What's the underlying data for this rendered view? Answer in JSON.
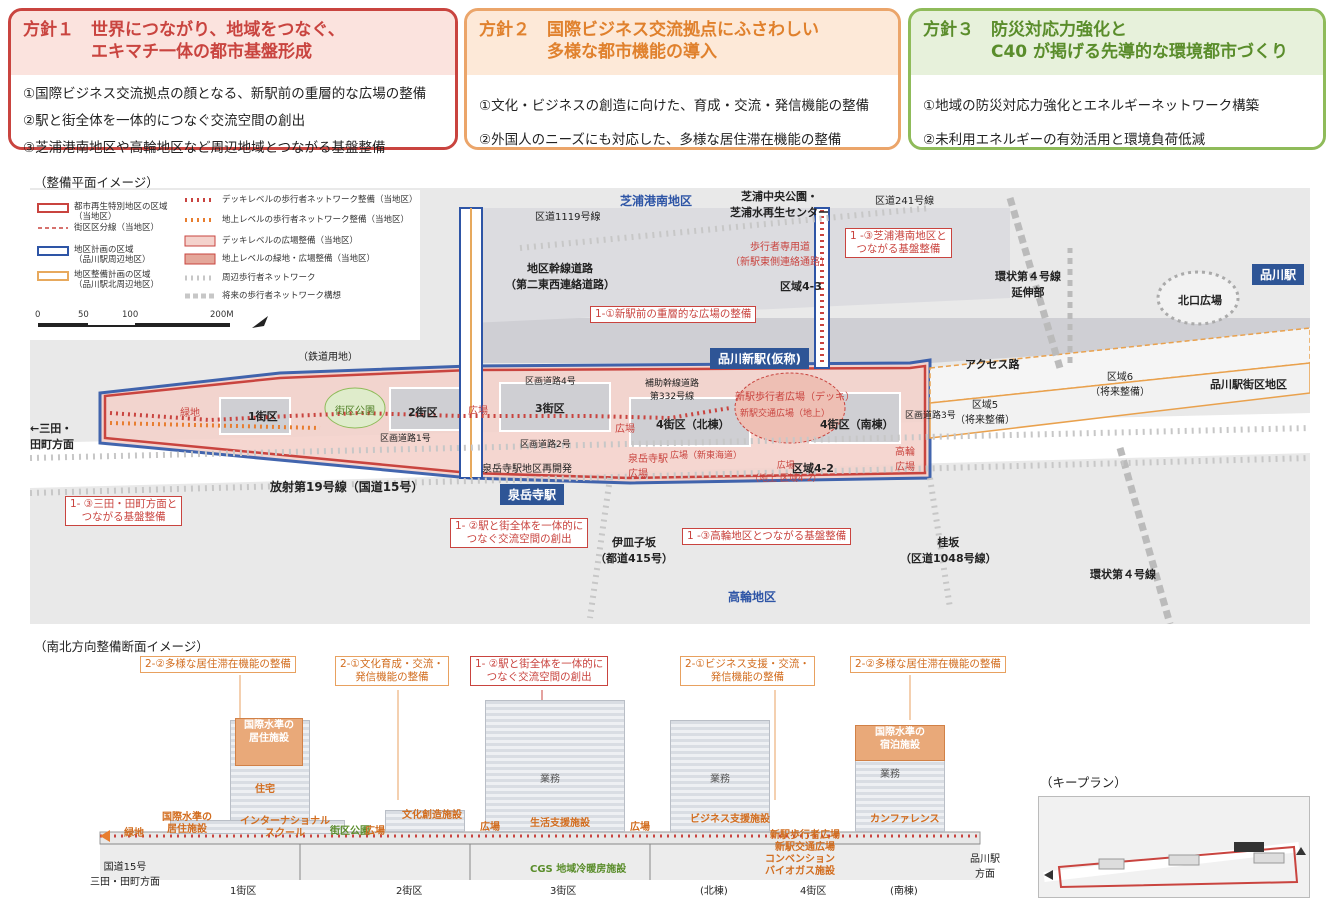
{
  "policies": [
    {
      "title": "方針１　世界につながり、地域をつなぐ、\n　　　　エキマチ一体の都市基盤形成",
      "items": [
        "①国際ビジネス交流拠点の顔となる、新駅前の重層的な広場の整備",
        "②駅と街全体を一体的につなぐ交流空間の創出",
        "③芝浦港南地区や高輪地区など周辺地域とつながる基盤整備"
      ]
    },
    {
      "title": "方針２　国際ビジネス交流拠点にふさわしい\n　　　　多様な都市機能の導入",
      "items": [
        "①文化・ビジネスの創造に向けた、育成・交流・発信機能の整備",
        "②外国人のニーズにも対応した、多様な居住滞在機能の整備"
      ]
    },
    {
      "title": "方針３　防災対応力強化と\n　　　　C40 が掲げる先導的な環境都市づくり",
      "items": [
        "①地域の防災対応力強化とエネルギーネットワーク構築",
        "②未利用エネルギーの有効活用と環境負荷低減"
      ]
    }
  ],
  "plan": {
    "heading": "（整備平面イメージ）",
    "legend": {
      "district_area": "都市再生特別地区の区域\n（当地区）",
      "district_line": "街区区分線（当地区）",
      "plan_area": "地区計画の区域\n（品川駅周辺地区）",
      "dev_area": "地区整備計画の区域\n（品川駅北周辺地区）",
      "deck_net": "デッキレベルの歩行者ネットワーク整備（当地区）",
      "ground_net": "地上レベルの歩行者ネットワーク整備（当地区）",
      "deck_plaza": "デッキレベルの広場整備（当地区）",
      "ground_plaza": "地上レベルの緑地・広場整備（当地区）",
      "around_net": "周辺歩行者ネットワーク",
      "future_net": "将来の歩行者ネットワーク構想",
      "scale": [
        "0",
        "50",
        "100",
        "200M"
      ]
    },
    "labels": {
      "shibaura": "芝浦港南地区",
      "shibaura_park": "芝浦中央公園・\n芝浦水再生センター",
      "road1119": "区道1119号線",
      "trunk_road": "地区幹線道路\n（第二東西連絡道路）",
      "road241": "区道241号線",
      "pedestrian_road": "歩行者専用道\n（新駅東側連絡通路）",
      "zone43": "区域4-3",
      "ring4_ext": "環状第４号線\n延伸部",
      "north_plaza": "北口広場",
      "shinagawa": "品川駅",
      "rail_land": "（鉄道用地）",
      "new_station": "品川新駅(仮称)",
      "access_road": "アクセス路",
      "zone6": "区域6\n（将来整備）",
      "zone5": "区域5\n（将来整備）",
      "station_district": "品川駅街区地区",
      "road_b4": "区画道路4号",
      "road_b1": "区画道路1号",
      "road_b2": "区画道路2号",
      "road_b3": "区画道路3号",
      "aux_road": "補助幹線道路\n第332号線",
      "green": "緑地",
      "block1": "1街区",
      "park": "街区公園",
      "block2": "2街区",
      "plaza": "広場",
      "block3": "3街区",
      "block4n": "4街区（北棟）",
      "block4s": "4街区（南棟）",
      "new_station_plaza_deck": "新駅歩行者広場（デッキ）",
      "new_station_plaza_ground": "新駅交通広場（地上）",
      "sengakuji_plaza": "泉岳寺駅\n広場",
      "sengakuji_redev": "泉岳寺駅地区再開発",
      "takanawa_plaza": "高輪\n広場",
      "zone42": "区域4-2",
      "plaza_42": "広場\n（地上 区域4-2）",
      "new_passage": "広場（新東海道）",
      "mita": "←三田・\n田町方面",
      "route19": "放射第19号線（国道15号）",
      "sengakuji": "泉岳寺駅",
      "isarago": "伊皿子坂\n（都道415号）",
      "katsurazaka": "桂坂\n（区道1048号線）",
      "takanawa": "高輪地区",
      "ring4": "環状第４号線"
    },
    "callouts": {
      "c11": "1-①新駅前の重層的な広場の整備",
      "c13a": "1 -③芝浦港南地区と\nつながる基盤整備",
      "c13b": "1- ③三田・田町方面と\nつながる基盤整備",
      "c12": "1- ②駅と街全体を一体的に\nつなぐ交流空間の創出",
      "c13c": "1 -③高輪地区とつながる基盤整備"
    }
  },
  "section": {
    "heading": "（南北方向整備断面イメージ）",
    "tags": {
      "t22a": "2-②多様な居住滞在機能の整備",
      "t21a": "2-①文化育成・交流・\n発信機能の整備",
      "t12": "1- ②駅と街全体を一体的に\nつなぐ交流空間の創出",
      "t21b": "2-①ビジネス支援・交流・\n発信機能の整備",
      "t22b": "2-②多様な居住滞在機能の整備"
    },
    "labels": {
      "residence_intl": "国際水準の\n居住施設",
      "housing": "住宅",
      "green": "緑地",
      "residence_intl2": "国際水準の\n居住施設",
      "intl_school": "インターナショナル\nスクール",
      "park": "街区公園",
      "plaza": "広場",
      "culture": "文化創造施設",
      "plaza2": "広場",
      "life_support": "生活支援施設",
      "plaza3": "広場",
      "business": "ビジネス支援施設",
      "office1": "業務",
      "office2": "業務",
      "office3": "業務",
      "station_plaza": "新駅歩行者広場\n新駅交通広場",
      "conference": "カンファレンス",
      "hotel": "国際水準の\n宿泊施設",
      "cgs": "CGS 地域冷暖房施設",
      "conv": "コンベンション\nバイオガス施設",
      "route15": "国道15号\n三田・田町方面",
      "shinagawa_dir": "品川駅\n方面",
      "b1": "1街区",
      "b2": "2街区",
      "b3": "3街区",
      "b4n": "(北棟)",
      "b4": "4街区",
      "b4s": "(南棟)"
    }
  },
  "keyplan": {
    "title": "（キープラン）"
  }
}
